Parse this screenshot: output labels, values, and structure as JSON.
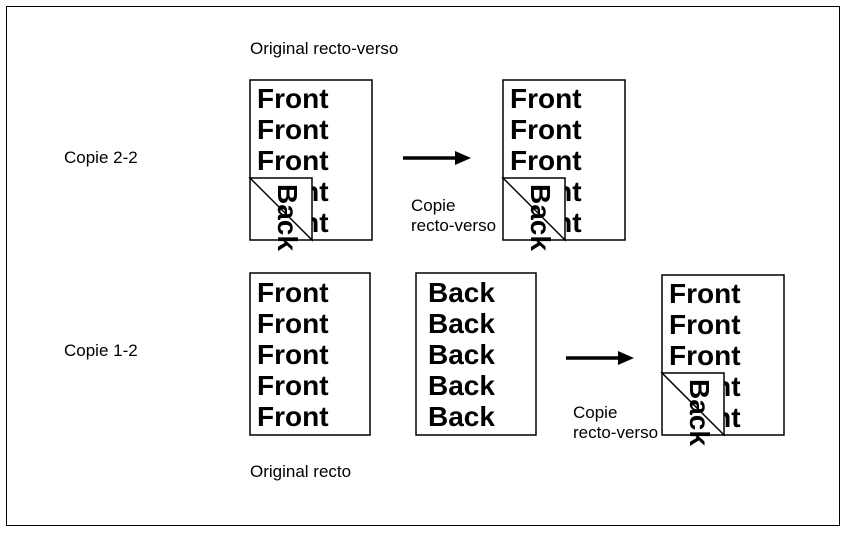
{
  "labels": {
    "original_recto_verso": "Original recto-verso",
    "original_recto": "Original recto",
    "copie_2_2": "Copie 2-2",
    "copie_1_2": "Copie 1-2",
    "copie_recto_verso_line1": "Copie",
    "copie_recto_verso_line2": "recto-verso"
  },
  "sheet_text": {
    "front": "Front",
    "back": "Back"
  },
  "icons": {
    "arrow": "right-arrow-icon"
  }
}
